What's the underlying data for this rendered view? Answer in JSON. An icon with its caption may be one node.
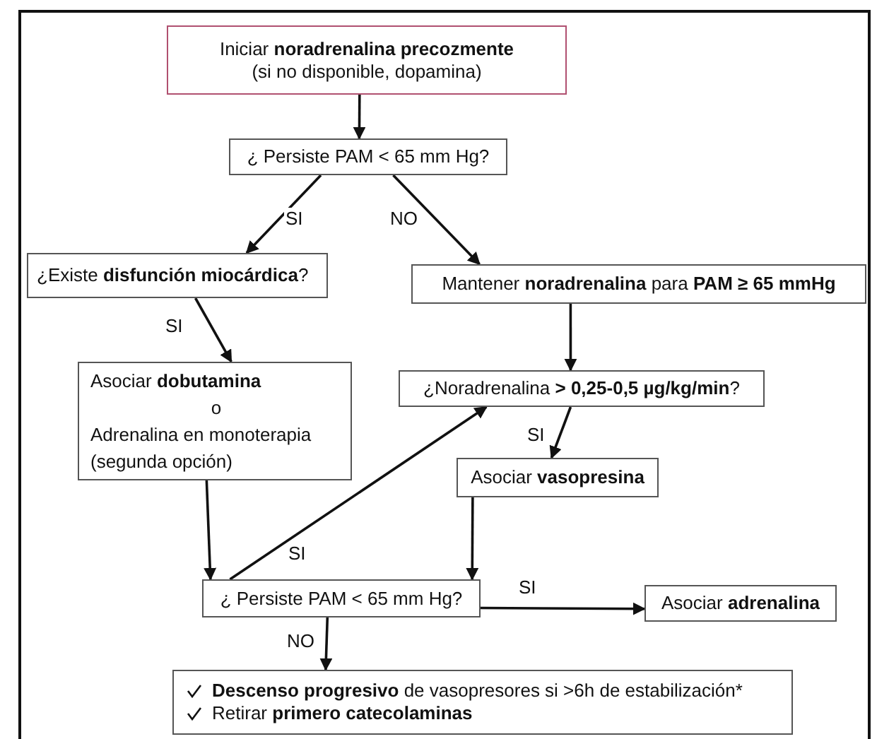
{
  "diagram": {
    "nodes": [
      {
        "text": [
          "Iniciar **noradrenalina precozmente**",
          "(si no disponible, dopamina)"
        ]
      },
      {
        "text": [
          "¿ Persiste PAM < 65 mm Hg?"
        ]
      },
      {
        "text": [
          "¿Existe **disfunción miocárdica**?"
        ]
      },
      {
        "text": [
          "Mantener **noradrenalina** para **PAM ≥ 65 mmHg**"
        ]
      },
      {
        "text": [
          "Asociar **dobutamina**",
          "o",
          "Adrenalina en monoterapia (segunda opción)"
        ]
      },
      {
        "text": [
          "¿Noradrenalina **> 0,25-0,5 µg/kg/min**?"
        ]
      },
      {
        "text": [
          "Asociar **vasopresina**"
        ]
      },
      {
        "text": [
          "¿ Persiste PAM < 65 mm Hg?"
        ]
      },
      {
        "text": [
          "Asociar **adrenalina**"
        ]
      },
      {
        "text": [
          "**Descenso progresivo** de vasopresores si >6h de estabilización*",
          "Retirar **primero catecolaminas**"
        ]
      }
    ],
    "edges": [
      {
        "from": 0,
        "to": 1,
        "arrow": "to"
      },
      {
        "from": 1,
        "to": 2,
        "arrow": "to",
        "label": "SI"
      },
      {
        "from": 1,
        "to": 3,
        "arrow": "to",
        "label": "NO"
      },
      {
        "from": 2,
        "to": 4,
        "arrow": "to",
        "label": "SI"
      },
      {
        "from": 3,
        "to": 5,
        "arrow": "to"
      },
      {
        "from": 5,
        "to": 6,
        "arrow": "to",
        "label": "SI"
      },
      {
        "from": 4,
        "to": 7,
        "arrow": "to"
      },
      {
        "from": 7,
        "to": 5,
        "arrow": "to",
        "label": "SI"
      },
      {
        "from": 6,
        "to": 7,
        "arrow": "to"
      },
      {
        "from": 7,
        "to": 8,
        "arrow": "to",
        "label": "SI"
      },
      {
        "from": 7,
        "to": 9,
        "arrow": "to",
        "label": "NO"
      }
    ]
  }
}
